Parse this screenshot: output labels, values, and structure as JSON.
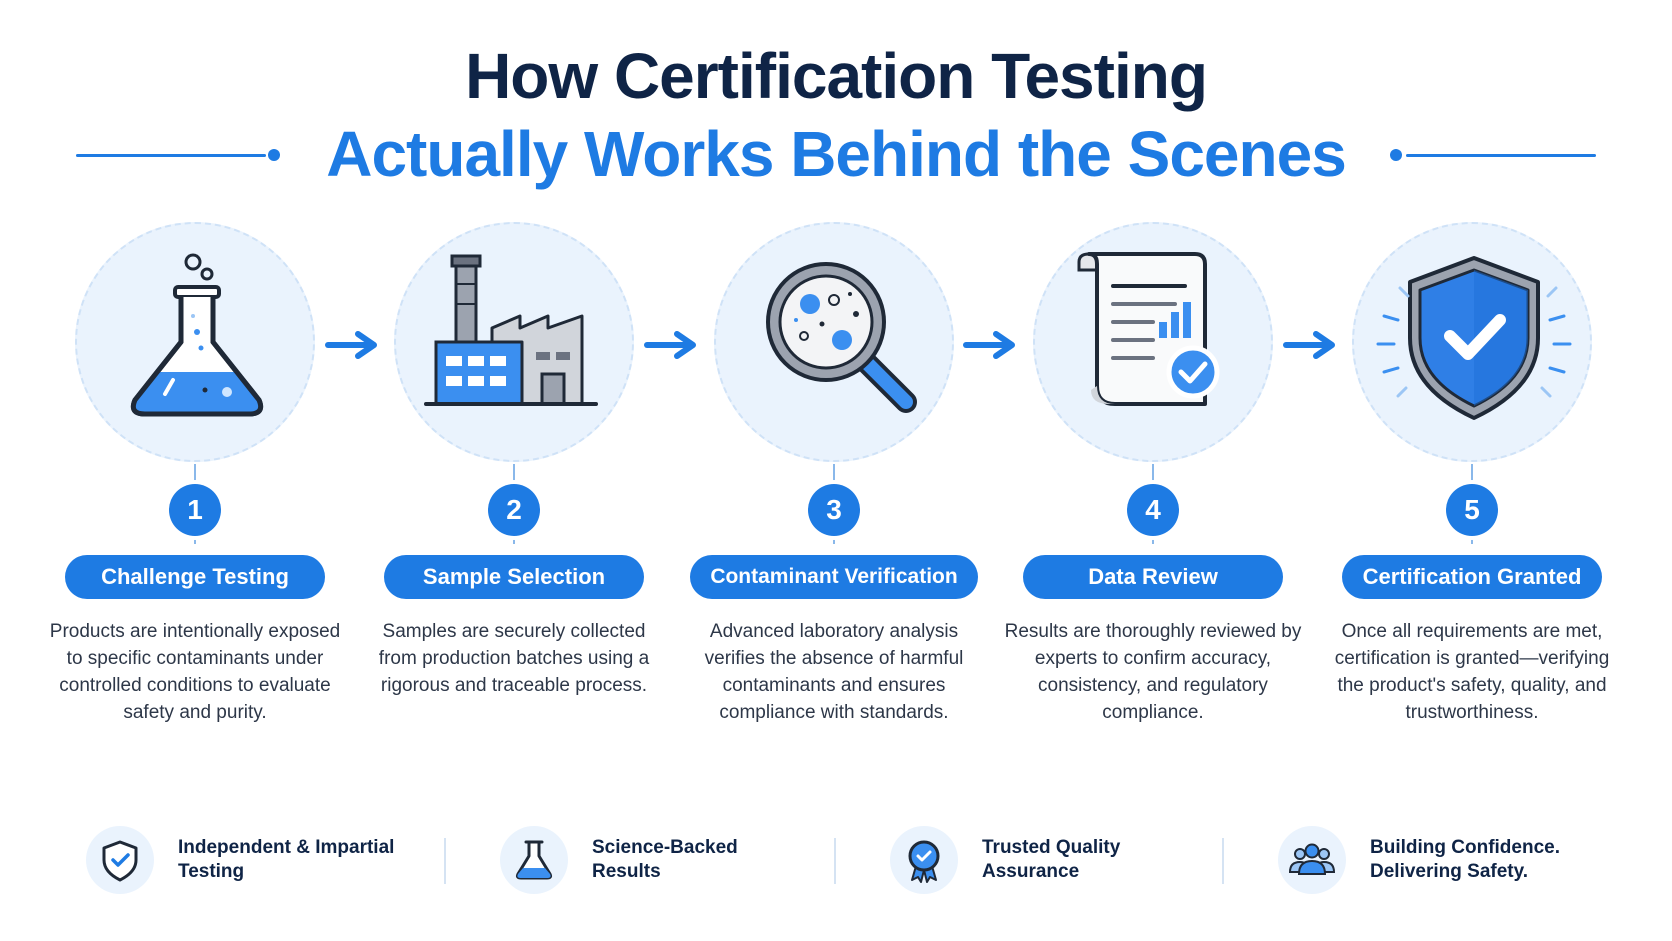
{
  "title": {
    "line1": "How Certification Testing",
    "line2": "Actually Works Behind the Scenes"
  },
  "colors": {
    "accent": "#1e7be3",
    "navy": "#0f2446",
    "circle_bg": "#eaf3fd"
  },
  "steps": [
    {
      "number": "1",
      "label": "Challenge Testing",
      "icon": "flask-icon",
      "description": "Products are intentionally exposed to specific contaminants under controlled conditions to evaluate safety and purity."
    },
    {
      "number": "2",
      "label": "Sample Selection",
      "icon": "factory-icon",
      "description": "Samples are securely collected from production batches using a rigorous and traceable process."
    },
    {
      "number": "3",
      "label": "Contaminant Verification",
      "icon": "magnifier-icon",
      "description": "Advanced laboratory analysis verifies the absence of harmful contaminants and ensures compliance with standards."
    },
    {
      "number": "4",
      "label": "Data Review",
      "icon": "report-icon",
      "description": "Results are thoroughly reviewed by experts to confirm accuracy, consistency, and regulatory compliance."
    },
    {
      "number": "5",
      "label": "Certification Granted",
      "icon": "shield-check-icon",
      "description": "Once all requirements are met, certification is granted—verifying the product's safety, quality, and trustworthiness."
    }
  ],
  "footer": [
    {
      "line1": "Independent & Impartial",
      "line2": "Testing",
      "icon": "shield-check-icon"
    },
    {
      "line1": "Science-Backed",
      "line2": "Results",
      "icon": "flask-icon"
    },
    {
      "line1": "Trusted Quality",
      "line2": "Assurance",
      "icon": "award-ribbon-icon"
    },
    {
      "line1": "Building Confidence.",
      "line2": "Delivering Safety.",
      "icon": "people-group-icon"
    }
  ]
}
